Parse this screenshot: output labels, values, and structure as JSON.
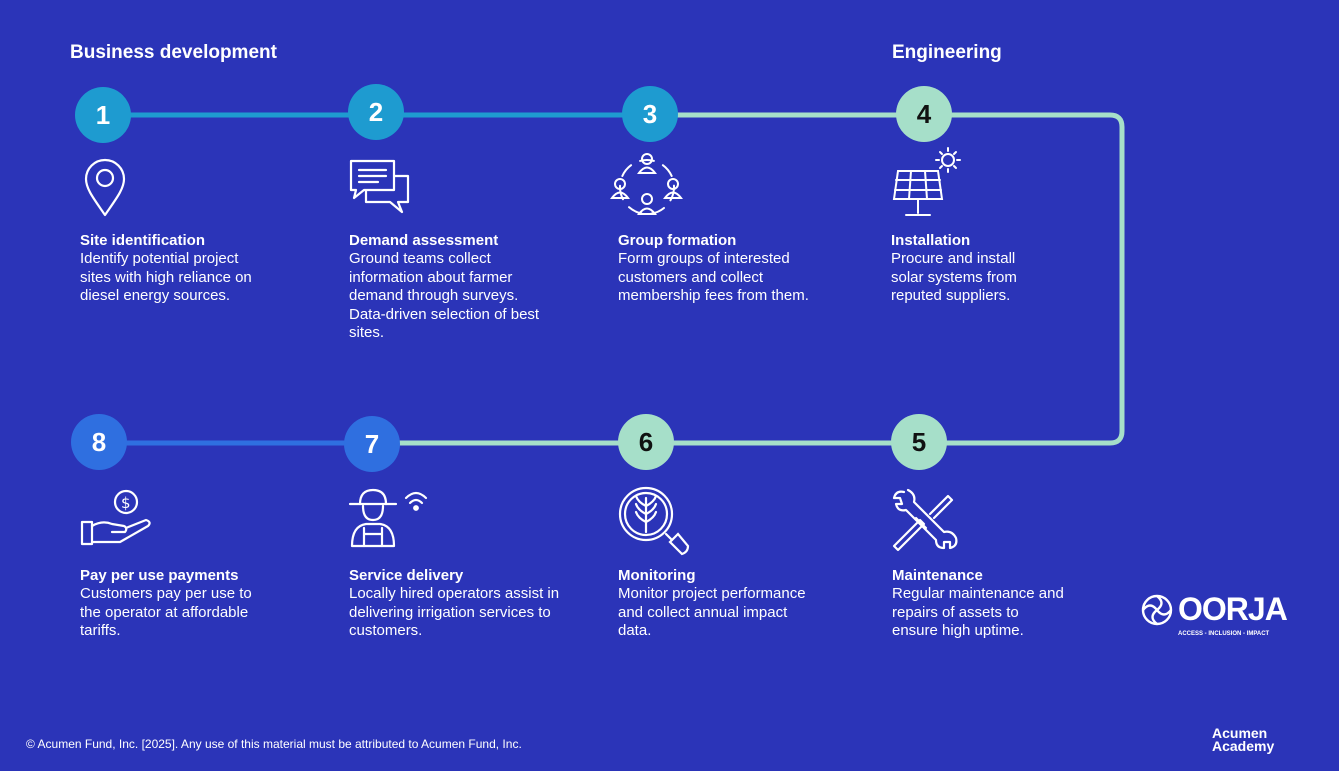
{
  "sections": {
    "business": "Business development",
    "engineering": "Engineering"
  },
  "steps": [
    {
      "num": "1",
      "title": "Site identification",
      "desc": "Identify potential project sites with high reliance on diesel energy sources.",
      "icon": "location-pin-icon"
    },
    {
      "num": "2",
      "title": "Demand assessment",
      "desc": "Ground teams collect information about farmer demand through surveys. Data-driven selection of best sites.",
      "icon": "chat-bubbles-icon"
    },
    {
      "num": "3",
      "title": "Group formation",
      "desc": "Form groups of interested customers and collect membership fees from them.",
      "icon": "group-icon"
    },
    {
      "num": "4",
      "title": "Installation",
      "desc": "Procure and install solar systems from reputed suppliers.",
      "icon": "solar-panel-icon"
    },
    {
      "num": "5",
      "title": "Maintenance",
      "desc": "Regular maintenance and repairs of assets to ensure high uptime.",
      "icon": "wrench-icon"
    },
    {
      "num": "6",
      "title": "Monitoring",
      "desc": "Monitor project performance and collect annual impact data.",
      "icon": "magnifier-icon"
    },
    {
      "num": "7",
      "title": "Service delivery",
      "desc": "Locally hired operators assist in delivering irrigation services to customers.",
      "icon": "farmer-icon"
    },
    {
      "num": "8",
      "title": "Pay per use payments",
      "desc": "Customers pay per use to the operator at affordable tariffs.",
      "icon": "hand-coin-icon"
    }
  ],
  "colors": {
    "background": "#2b34b8",
    "node_business_top": "#1e9bd0",
    "node_engineering": "#a6dfc9",
    "node_business_bottom": "#2f6fe0",
    "line_blue": "#1e9bd0",
    "line_mint": "#a6dfc9",
    "line_bottom_blue": "#2f6fe0"
  },
  "logo": {
    "name": "OORJA",
    "tagline": "ACCESS - INCLUSION - IMPACT"
  },
  "footer": {
    "copyright": "© Acumen Fund, Inc. [2025]. Any use of this material must be attributed to Acumen Fund, Inc.",
    "brand_line1": "Acumen",
    "brand_line2": "Academy"
  }
}
